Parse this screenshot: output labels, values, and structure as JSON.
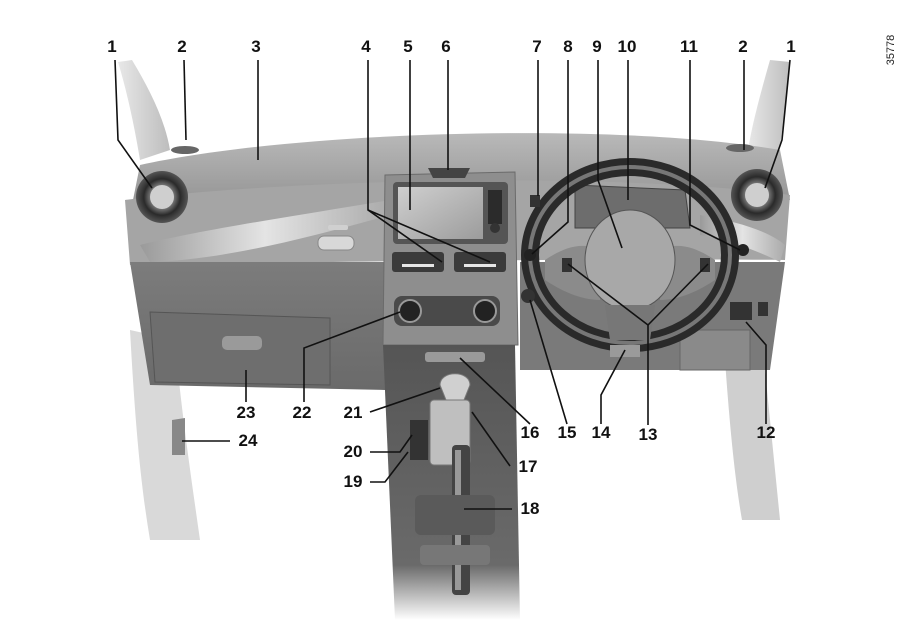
{
  "figure": {
    "reference": "35778"
  },
  "callouts": [
    {
      "id": "c1a",
      "text": "1"
    },
    {
      "id": "c2a",
      "text": "2"
    },
    {
      "id": "c3",
      "text": "3"
    },
    {
      "id": "c4",
      "text": "4"
    },
    {
      "id": "c5",
      "text": "5"
    },
    {
      "id": "c6",
      "text": "6"
    },
    {
      "id": "c7",
      "text": "7"
    },
    {
      "id": "c8",
      "text": "8"
    },
    {
      "id": "c9",
      "text": "9"
    },
    {
      "id": "c10",
      "text": "10"
    },
    {
      "id": "c11",
      "text": "11"
    },
    {
      "id": "c2b",
      "text": "2"
    },
    {
      "id": "c1b",
      "text": "1"
    },
    {
      "id": "c12",
      "text": "12"
    },
    {
      "id": "c13",
      "text": "13"
    },
    {
      "id": "c14",
      "text": "14"
    },
    {
      "id": "c15",
      "text": "15"
    },
    {
      "id": "c16",
      "text": "16"
    },
    {
      "id": "c17",
      "text": "17"
    },
    {
      "id": "c18",
      "text": "18"
    },
    {
      "id": "c19",
      "text": "19"
    },
    {
      "id": "c20",
      "text": "20"
    },
    {
      "id": "c21",
      "text": "21"
    },
    {
      "id": "c22",
      "text": "22"
    },
    {
      "id": "c23",
      "text": "23"
    },
    {
      "id": "c24",
      "text": "24"
    }
  ]
}
